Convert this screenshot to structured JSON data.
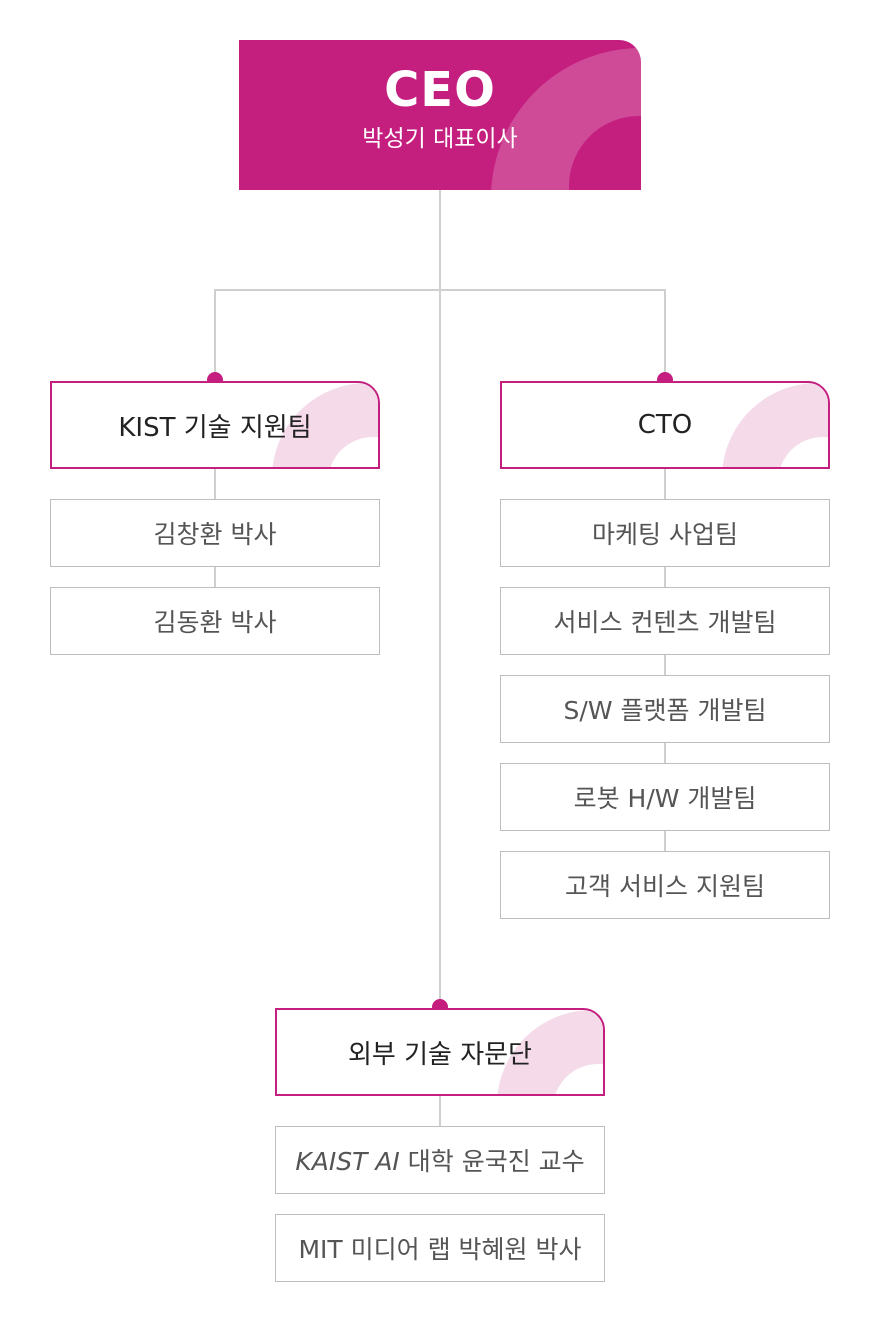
{
  "ceo": {
    "title": "CEO",
    "subtitle": "박성기 대표이사"
  },
  "kist": {
    "header": "KIST 기술 지원팀",
    "members": [
      "김창환 박사",
      "김동환 박사"
    ]
  },
  "cto": {
    "header": "CTO",
    "teams": [
      "마케팅 사업팀",
      "서비스 컨텐츠 개발팀",
      "S/W 플랫폼 개발팀",
      "로봇 H/W 개발팀",
      "고객 서비스 지원팀"
    ]
  },
  "advisory": {
    "header": "외부 기술 자문단",
    "members": [
      {
        "prefix": "KAIST AI",
        "rest": " 대학 윤국진 교수"
      },
      {
        "text": "MIT 미디어 랩 박혜원 박사"
      }
    ]
  },
  "colors": {
    "accent": "#c41e7f",
    "accent_light": "#f5dbe9",
    "line": "#cfcfcf",
    "border": "#bdbdbd"
  }
}
